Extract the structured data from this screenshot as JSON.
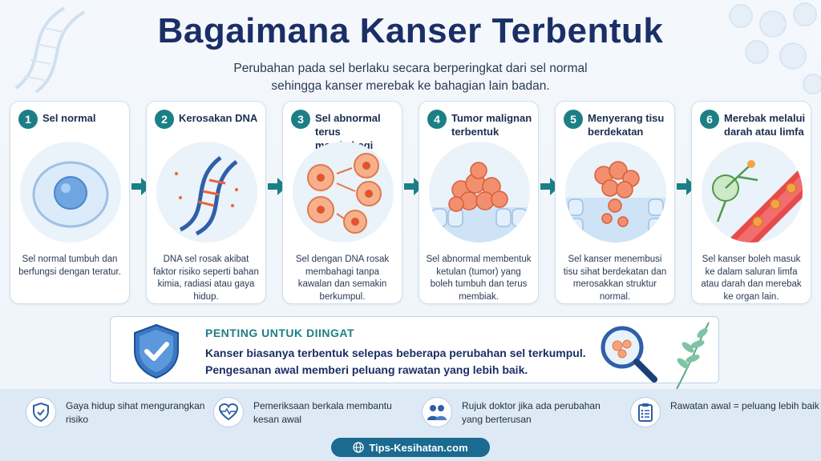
{
  "header": {
    "title": "Bagaimana Kanser Terbentuk",
    "subtitle_line1": "Perubahan pada sel berlaku secara berperingkat dari sel normal",
    "subtitle_line2": "sehingga kanser merebak ke bahagian lain badan."
  },
  "steps": [
    {
      "num": "1",
      "title": "Sel normal",
      "desc": "Sel normal tumbuh dan berfungsi dengan teratur.",
      "icon": "normal-cell-icon"
    },
    {
      "num": "2",
      "title": "Kerosakan DNA",
      "desc": "DNA sel rosak akibat faktor risiko seperti bahan kimia, radiasi atau gaya hidup.",
      "icon": "damaged-dna-icon"
    },
    {
      "num": "3",
      "title": "Sel abnormal terus membahagi",
      "desc": "Sel dengan DNA rosak membahagi tanpa kawalan dan semakin berkumpul.",
      "icon": "dividing-cells-icon"
    },
    {
      "num": "4",
      "title": "Tumor malignan terbentuk",
      "desc": "Sel abnormal membentuk ketulan (tumor) yang boleh tumbuh dan terus membiak.",
      "icon": "tumor-icon"
    },
    {
      "num": "5",
      "title": "Menyerang tisu berdekatan",
      "desc": "Sel kanser menembusi tisu sihat berdekatan dan merosakkan struktur normal.",
      "icon": "invading-tissue-icon"
    },
    {
      "num": "6",
      "title": "Merebak melalui darah atau limfa",
      "desc": "Sel kanser boleh masuk ke dalam saluran limfa atau darah dan merebak ke organ lain.",
      "icon": "blood-vessel-icon"
    }
  ],
  "important": {
    "title": "PENTING UNTUK DIINGAT",
    "line1": "Kanser biasanya terbentuk selepas beberapa perubahan sel terkumpul.",
    "line2": "Pengesanan awal memberi peluang rawatan yang lebih baik."
  },
  "tips": [
    {
      "text": "Gaya hidup sihat mengurangkan risiko",
      "icon": "shield-icon"
    },
    {
      "text": "Pemeriksaan berkala membantu kesan awal",
      "icon": "heart-pulse-icon"
    },
    {
      "text": "Rujuk doktor jika ada perubahan yang berterusan",
      "icon": "doctors-icon"
    },
    {
      "text": "Rawatan awal = peluang lebih baik",
      "icon": "checklist-icon"
    }
  ],
  "footer": {
    "site": "Tips-Kesihatan.com"
  },
  "colors": {
    "accent": "#1d7f86",
    "title": "#1b2f66",
    "cell": "#f08a5d"
  }
}
